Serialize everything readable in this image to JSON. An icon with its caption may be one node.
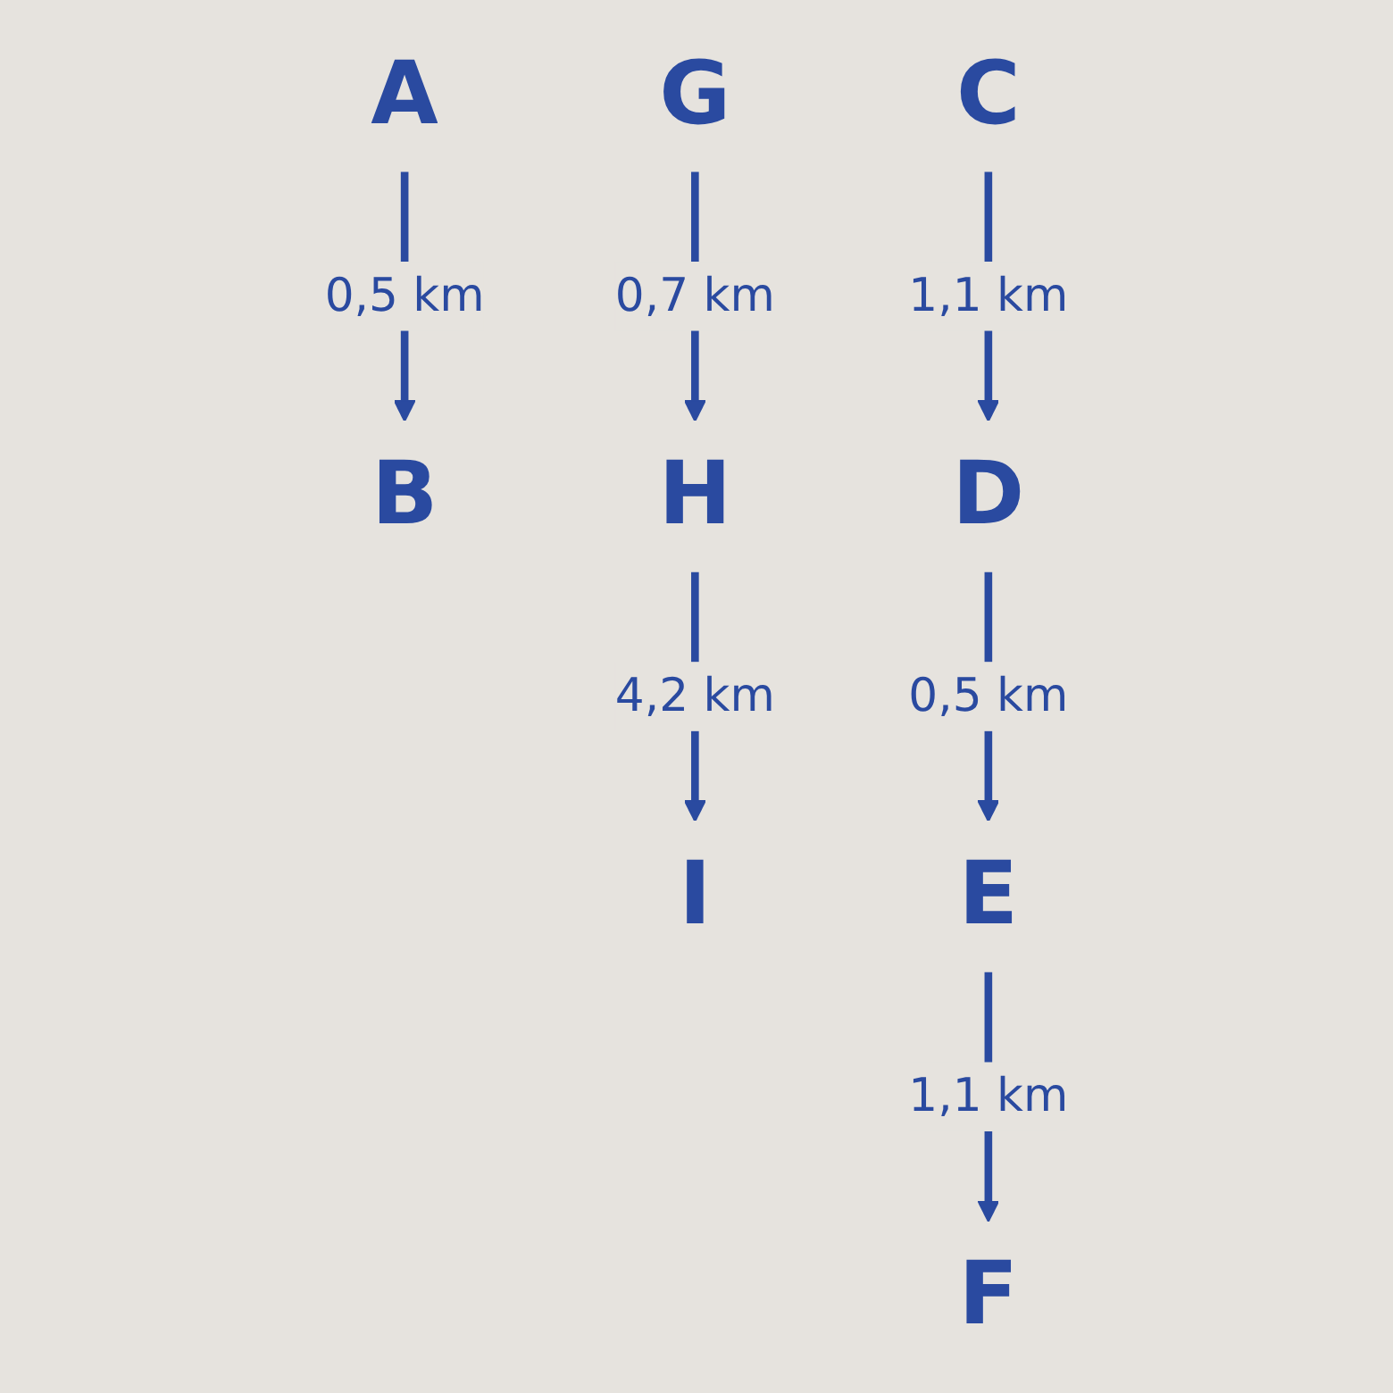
{
  "diagram": {
    "nodes": [
      {
        "text": [
          "A"
        ]
      },
      {
        "text": [
          "B"
        ]
      },
      {
        "text": [
          "C"
        ]
      },
      {
        "text": [
          "D"
        ]
      },
      {
        "text": [
          "I"
        ]
      },
      {
        "text": [
          "E"
        ]
      },
      {
        "text": [
          "F"
        ]
      },
      {
        "text": [
          "H"
        ]
      },
      {
        "text": [
          "G"
        ]
      }
    ],
    "edges": [
      {
        "from": 0,
        "to": 1,
        "arrow": "to",
        "label": "0,5 km"
      },
      {
        "from": 2,
        "to": 3,
        "arrow": "to",
        "label": "1,1 km"
      },
      {
        "from": 3,
        "to": 5,
        "arrow": "to",
        "label": "0,5 km"
      },
      {
        "from": 7,
        "to": 4,
        "arrow": "to",
        "label": "4,2 km"
      },
      {
        "from": 5,
        "to": 6,
        "arrow": "to",
        "label": "1,1 km"
      },
      {
        "from": 8,
        "to": 7,
        "arrow": "to",
        "label": "0,7 km"
      }
    ]
  }
}
